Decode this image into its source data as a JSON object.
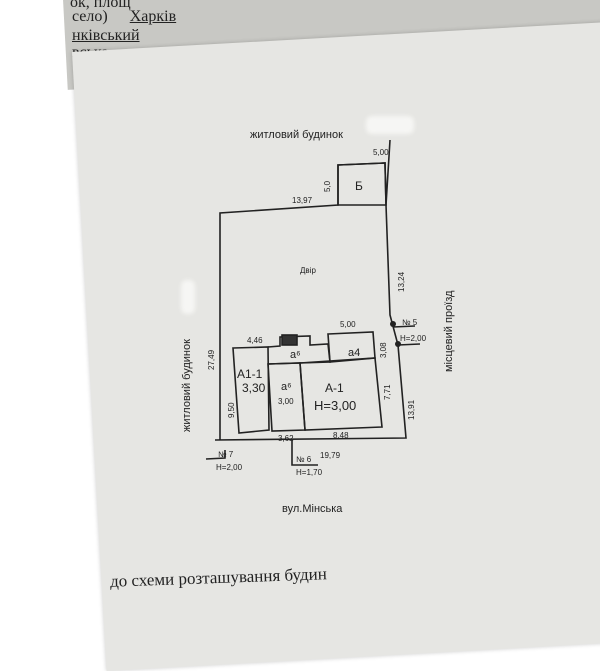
{
  "header": {
    "line1": "ок, площ",
    "line2_prefix": "село)",
    "city": "Харків",
    "district": "нківський",
    "street_fragment": "вська"
  },
  "plan": {
    "top_label": "житловий будинок",
    "left_label": "житловий будинок",
    "right_label": "місцевий проїзд",
    "street_label": "вул.Мінська",
    "yard": "Двір",
    "building_b": "Б",
    "buildings": [
      {
        "name": "A1-1",
        "height": "3,30"
      },
      {
        "name": "a⁶",
        "height": "3,00"
      },
      {
        "name": "A-1",
        "height": "H=3,00"
      },
      {
        "name": "a⁶",
        "height": ""
      },
      {
        "name": "a4",
        "height": ""
      }
    ],
    "dimensions": {
      "top_b": "5,00",
      "b_side": "5,0",
      "top_line": "13,97",
      "right_upper": "13,24",
      "left_total": "27,49",
      "house_top_left": "4,46",
      "house_top_right": "5,00",
      "a4_side": "3,08",
      "right_house": "7,71",
      "right_lower": "13,91",
      "left_house": "9,50",
      "bottom_left": "3,62",
      "bottom_right": "8,48",
      "bottom_total": "19,79"
    },
    "markers": [
      {
        "no": "№ 5",
        "h": "H=2,00"
      },
      {
        "no": "№ 6",
        "h": "H=1,70"
      },
      {
        "no": "№ 7",
        "h": "H=2,00"
      }
    ]
  },
  "footer": {
    "caption": "до схеми розташування будин"
  }
}
